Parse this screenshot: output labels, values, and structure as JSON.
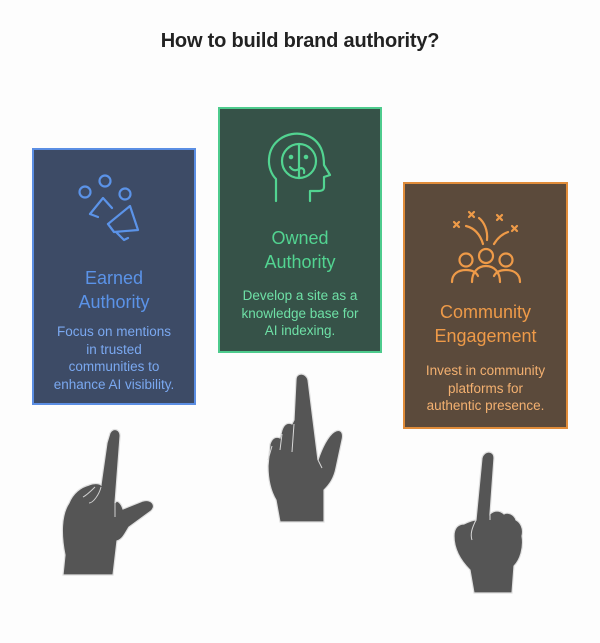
{
  "title": "How to build brand authority?",
  "colors": {
    "earned": {
      "bg": "#3d4b66",
      "border": "#5b8ee3",
      "accent": "#5b93e8"
    },
    "owned": {
      "bg": "#365248",
      "border": "#4ecb8d",
      "accent": "#52d491"
    },
    "community": {
      "bg": "#5b4a3b",
      "border": "#e08c3a",
      "accent": "#ee9a48"
    },
    "hand": "#555555"
  },
  "cards": [
    {
      "id": "earned",
      "icon": "megaphone-people-icon",
      "heading_line1": "Earned",
      "heading_line2": "Authority",
      "desc_lines": [
        "Focus on mentions",
        "in trusted",
        "communities to",
        "enhance AI visibility."
      ]
    },
    {
      "id": "owned",
      "icon": "head-face-icon",
      "heading_line1": "Owned",
      "heading_line2": "Authority",
      "desc_lines": [
        "Develop a site as a",
        "knowledge base for",
        "AI indexing."
      ]
    },
    {
      "id": "community",
      "icon": "celebrating-group-icon",
      "heading_line1": "Community",
      "heading_line2": "Engagement",
      "desc_lines": [
        "Invest in community",
        "platforms for",
        "authentic presence."
      ]
    }
  ]
}
